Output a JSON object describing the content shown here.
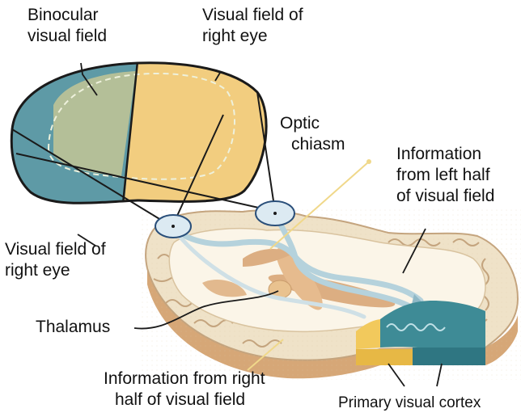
{
  "labels": {
    "binocular": [
      "Binocular",
      "visual field"
    ],
    "right_eye_top": [
      "Visual field of",
      "right eye"
    ],
    "optic_chiasm": [
      "Optic",
      "chiasm"
    ],
    "left_half_info": [
      "Information",
      "from left half",
      "of visual field"
    ],
    "right_eye_left": [
      "Visual field of",
      "right eye"
    ],
    "thalamus": "Thalamus",
    "right_half_info": [
      "Information from right",
      "half of visual field"
    ],
    "primary_visual_cortex": "Primary visual cortex"
  },
  "colors": {
    "left_field": "#5e9aa6",
    "binocular_overlap": "#b4bf98",
    "right_field": "#f2cd7f",
    "brain_tissue": "#efe2c8",
    "brain_edge": "#c4a47e",
    "white_matter": "#fbf5e8",
    "optic_pathway": "#b5d2dc",
    "cortex_teal": "#3e8b96",
    "cortex_yellow": "#f2c95c",
    "thalamus_tan": "#dcae82"
  }
}
